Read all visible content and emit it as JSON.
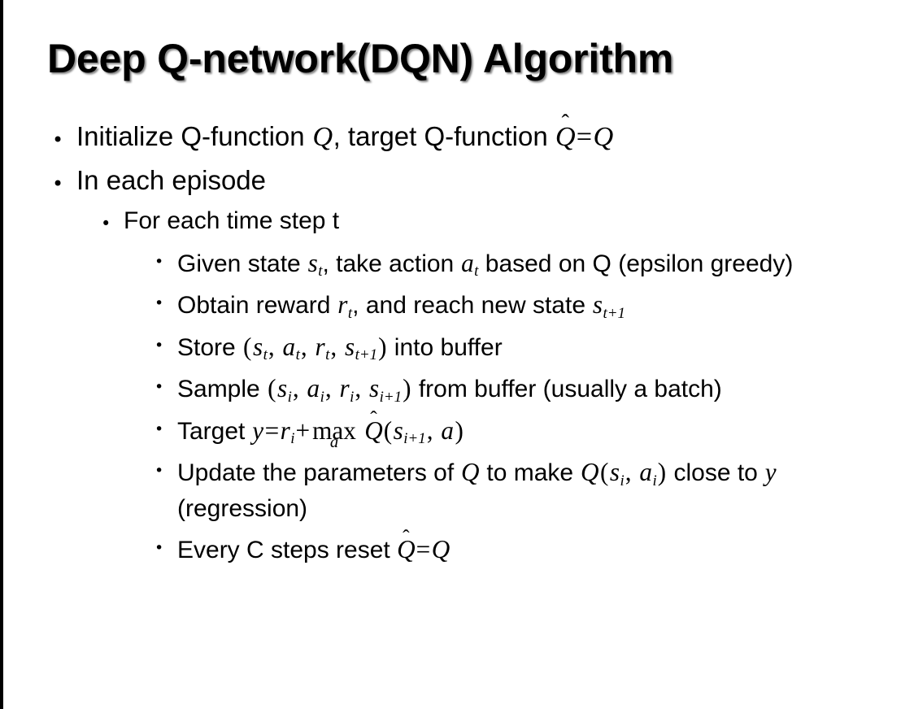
{
  "slide": {
    "title": "Deep Q-network(DQN) Algorithm",
    "background_color": "#ffffff",
    "text_color": "#000000",
    "edge_bar_color": "#000000",
    "bullet_glyph": "•"
  },
  "content": {
    "items": [
      {
        "level": 1,
        "id": "initialize",
        "text": "Initialize Q-function Q, target Q-function Q̂ = Q",
        "plain_prefix": "Initialize Q-function ",
        "plain_middle": ", target Q-function ",
        "var_q1": "Q",
        "var_qhat": "Q",
        "hat_glyph": "̂",
        "op_equals": "=",
        "var_q2": "Q"
      },
      {
        "level": 1,
        "id": "in-each-episode",
        "text": "In each episode"
      },
      {
        "level": 2,
        "id": "for-each-time-step",
        "text": "For each time step t"
      },
      {
        "level": 3,
        "id": "given-state",
        "text": "Given state sₜ, take action aₜ based on Q (epsilon greedy)",
        "seg_1": "Given state ",
        "var_s": "s",
        "sub_s": "t",
        "seg_2": ", take action ",
        "var_a": "a",
        "sub_a": "t",
        "seg_3": " based on Q (epsilon greedy)"
      },
      {
        "level": 3,
        "id": "obtain-reward",
        "text": "Obtain reward rₜ, and reach new state sₜ₊₁",
        "seg_1": "Obtain reward ",
        "var_r": "r",
        "sub_r": "t",
        "seg_2": ", and reach new state ",
        "var_s": "s",
        "sub_s": "t+1"
      },
      {
        "level": 3,
        "id": "store-into-buffer",
        "text": "Store (sₜ, aₜ, rₜ, sₜ₊₁) into buffer",
        "seg_1": "Store ",
        "paren_open": "(",
        "var_s1": "s",
        "sub_s1": "t",
        "comma": ",",
        "var_a": "a",
        "sub_a": "t",
        "var_r": "r",
        "sub_r": "t",
        "var_s2": "s",
        "sub_s2": "t+1",
        "paren_close": ")",
        "seg_2": " into buffer"
      },
      {
        "level": 3,
        "id": "sample-from-buffer",
        "text": "Sample (sᵢ, aᵢ, rᵢ, sᵢ₊₁) from buffer (usually a batch)",
        "seg_1": "Sample ",
        "paren_open": "(",
        "var_s1": "s",
        "sub_s1": "i",
        "comma": ",",
        "var_a": "a",
        "sub_a": "i",
        "var_r": "r",
        "sub_r": "i",
        "var_s2": "s",
        "sub_s2": "i+1",
        "paren_close": ")",
        "seg_2": " from buffer (usually a batch)"
      },
      {
        "level": 3,
        "id": "target",
        "text": "Target y = rᵢ + maxₐ Q̂(sᵢ₊₁, a)",
        "seg_1": "Target ",
        "var_y": "y",
        "op_equals": "=",
        "var_r": "r",
        "sub_r": "i",
        "op_plus": "+",
        "op_max": "max",
        "max_under": "a",
        "var_qhat": "Q",
        "hat_glyph": "̂",
        "paren_open": "(",
        "var_s": "s",
        "sub_s": "i+1",
        "comma": ",",
        "var_a": "a",
        "paren_close": ")"
      },
      {
        "level": 3,
        "id": "update-parameters",
        "text": "Update the parameters of Q to make Q(sᵢ, aᵢ) close to y (regression)",
        "seg_1": "Update the parameters of ",
        "var_q1": "Q",
        "seg_2": " to make ",
        "var_q2": "Q",
        "paren_open": "(",
        "var_s": "s",
        "sub_s": "i",
        "comma": ",",
        "var_a": "a",
        "sub_a": "i",
        "paren_close": ")",
        "seg_3": " close to ",
        "var_y": "y",
        "seg_4": " (regression)"
      },
      {
        "level": 3,
        "id": "every-c-steps",
        "text": "Every C steps reset Q̂ = Q",
        "seg_1": "Every C steps reset ",
        "var_qhat": "Q",
        "hat_glyph": "̂",
        "op_equals": "=",
        "var_q": "Q"
      }
    ]
  }
}
